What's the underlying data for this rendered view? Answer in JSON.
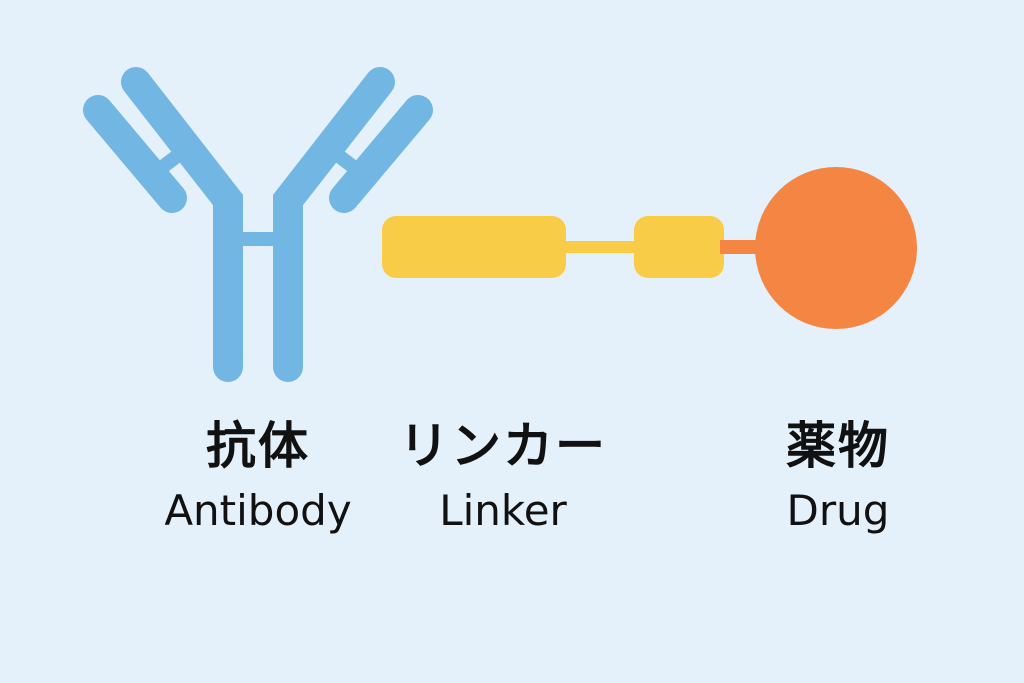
{
  "colors": {
    "background": "#e4f1fb",
    "antibody": "#72b7e3",
    "linker": "#f9cc47",
    "drug": "#f58543",
    "text": "#111111"
  },
  "components": {
    "antibody": {
      "jp_label": "抗体",
      "en_label": "Antibody",
      "icon": "antibody-y-shape-icon"
    },
    "linker": {
      "jp_label": "リンカー",
      "en_label": "Linker",
      "icon": "linker-bar-icon"
    },
    "drug": {
      "jp_label": "薬物",
      "en_label": "Drug",
      "icon": "drug-circle-icon"
    }
  }
}
